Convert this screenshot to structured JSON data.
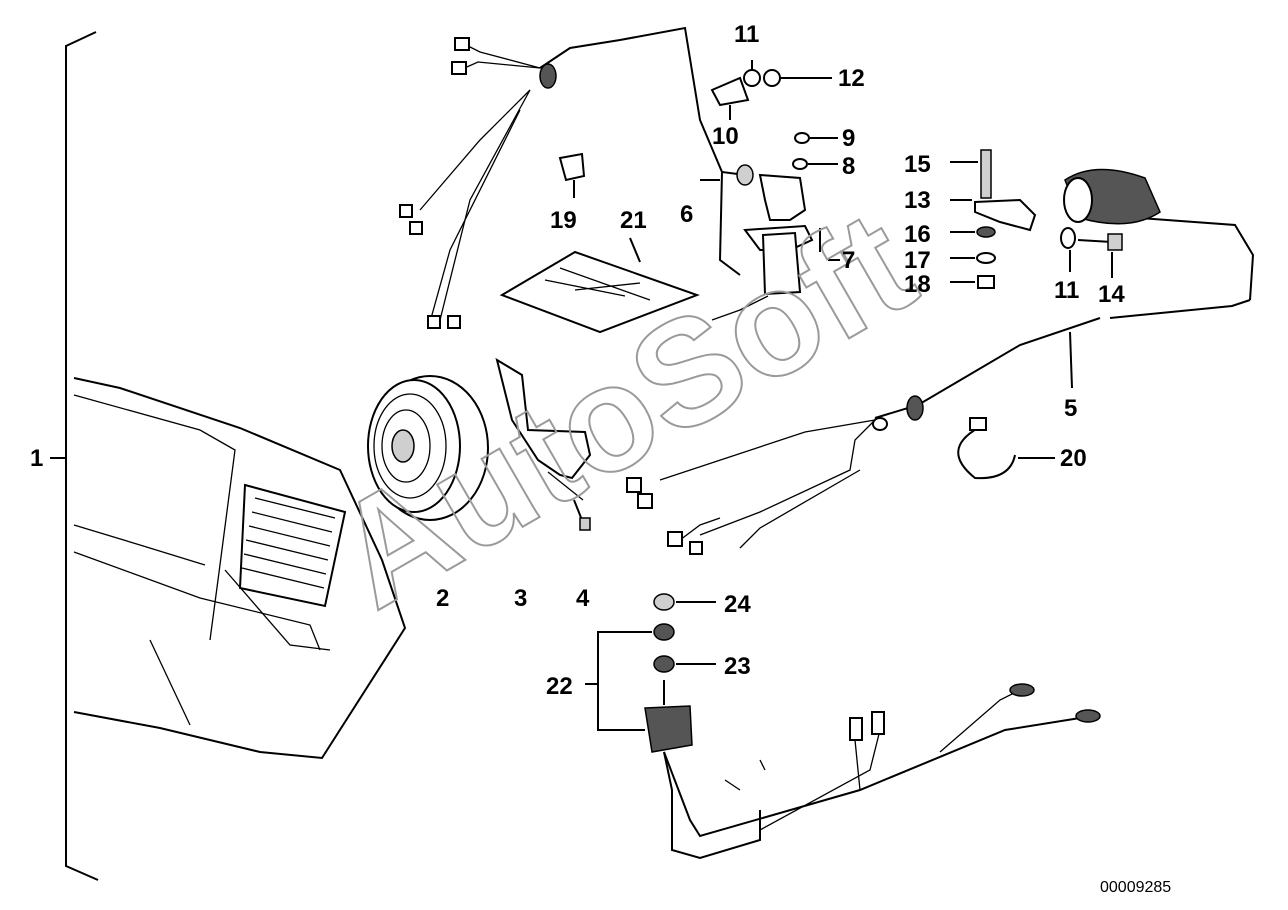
{
  "labels": {
    "l1": "1",
    "l2": "2",
    "l3": "3",
    "l4": "4",
    "l5": "5",
    "l6": "6",
    "l7": "7",
    "l8": "8",
    "l9": "9",
    "l10": "10",
    "l11a": "11",
    "l11b": "11",
    "l12": "12",
    "l13": "13",
    "l14": "14",
    "l15": "15",
    "l16": "16",
    "l17": "17",
    "l18": "18",
    "l19": "19",
    "l20": "20",
    "l21": "21",
    "l22": "22",
    "l23": "23",
    "l24": "24"
  },
  "watermark": "AutoSoft",
  "diagram_code": "00009285"
}
